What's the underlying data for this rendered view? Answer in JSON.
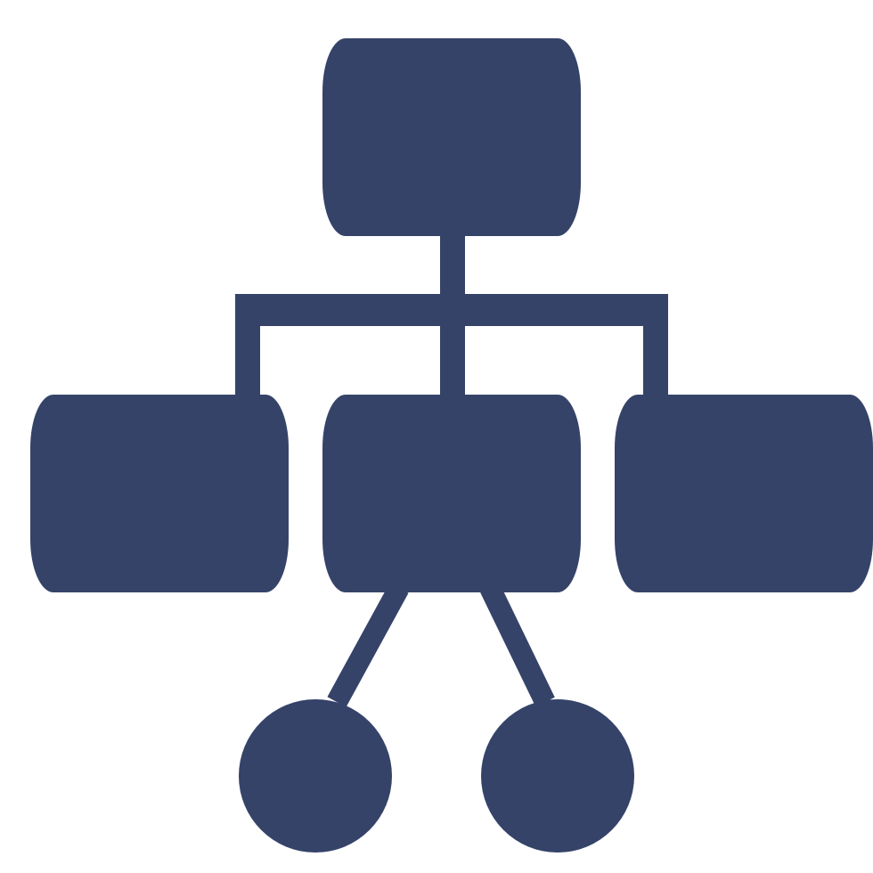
{
  "diagram": {
    "type": "hierarchy-icon",
    "icon_name": "org-chart-icon",
    "fill_color": "#354369",
    "background_color": "#ffffff",
    "nodes": [
      {
        "id": "root",
        "shape": "rounded-rectangle",
        "level": 0
      },
      {
        "id": "child-left",
        "shape": "rounded-rectangle",
        "level": 1,
        "parent": "root"
      },
      {
        "id": "child-center",
        "shape": "rounded-rectangle",
        "level": 1,
        "parent": "root"
      },
      {
        "id": "child-right",
        "shape": "rounded-rectangle",
        "level": 1,
        "parent": "root"
      },
      {
        "id": "leaf-left",
        "shape": "circle",
        "level": 2,
        "parent": "child-center"
      },
      {
        "id": "leaf-right",
        "shape": "circle",
        "level": 2,
        "parent": "child-center"
      }
    ]
  }
}
